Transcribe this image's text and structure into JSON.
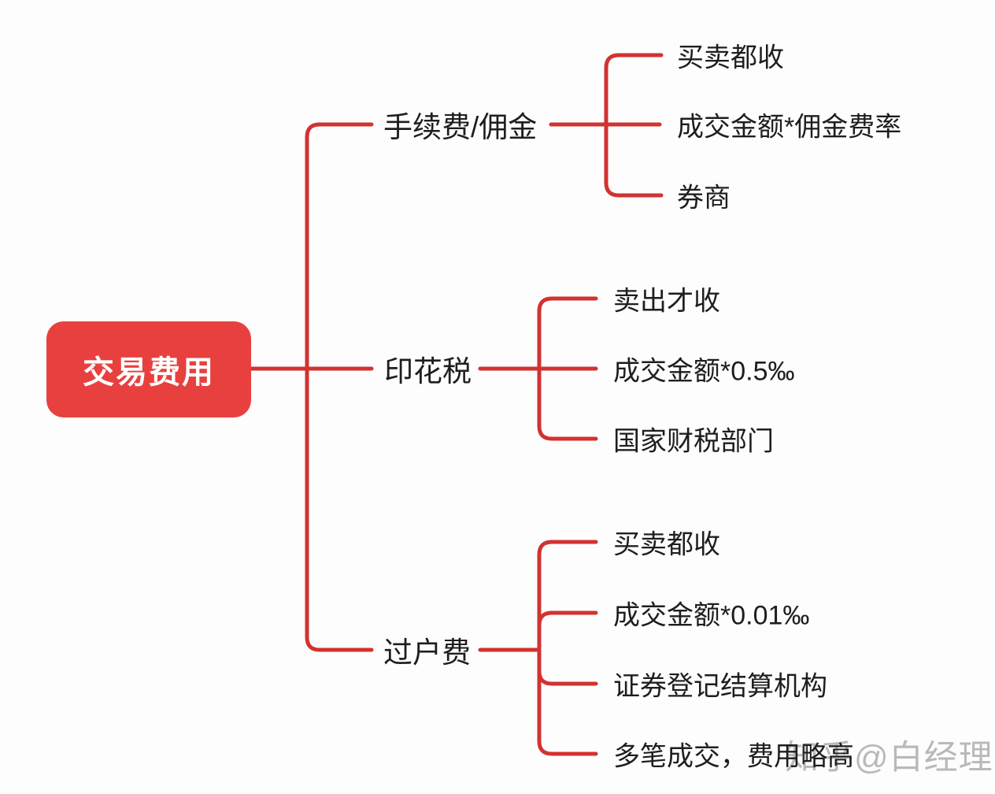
{
  "diagram": {
    "root": {
      "label": "交易费用"
    },
    "branches": [
      {
        "label": "手续费/佣金",
        "children": [
          "买卖都收",
          "成交金额*佣金费率",
          "券商"
        ]
      },
      {
        "label": "印花税",
        "children": [
          "卖出才收",
          "成交金额*0.5‰",
          "国家财税部门"
        ]
      },
      {
        "label": "过户费",
        "children": [
          "买卖都收",
          "成交金额*0.01‰",
          "证券登记结算机构",
          "多笔成交，费用略高"
        ]
      }
    ],
    "watermark": "知乎@白经理",
    "colors": {
      "node_red": "#e8403f",
      "line_red": "#d23232",
      "text_black": "#1e1e1e",
      "watermark_gray": "#b9b9b9"
    }
  }
}
